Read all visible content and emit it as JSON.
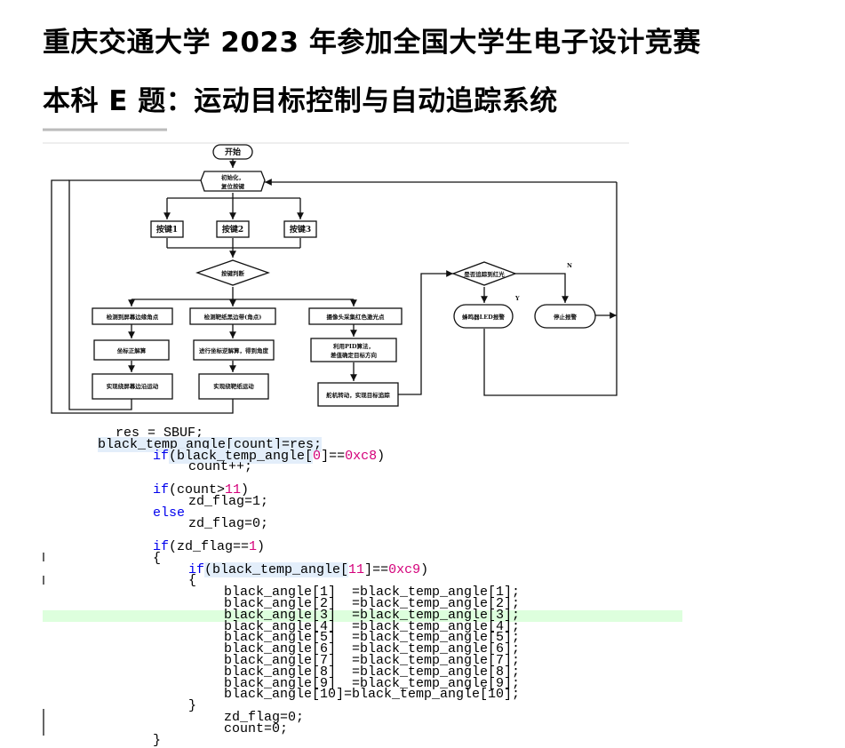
{
  "header": {
    "title_line1": "重庆交通大学 2023 年参加全国大学生电子设计竞赛",
    "title_line2": "本科 E 题：运动目标控制与自动追踪系统"
  },
  "flowchart": {
    "start": "开始",
    "init_line1": "初始化，",
    "init_line2": "复位按键",
    "key1": "按键1",
    "key2": "按键2",
    "key3": "按键3",
    "key_judge": "按键判断",
    "b1a": "检测到屏幕边缘角点",
    "b1b": "坐标正解算",
    "b1c": "实现绕屏幕边沿运动",
    "b2a": "检测靶纸黑边带(角点)",
    "b2b": "进行坐标逆解算，得到角度",
    "b2c": "实现绕靶纸运动",
    "b3a": "摄像头采集红色激光点",
    "b3b_line1": "利用PID算法，",
    "b3b_line2": "差值确定目标方向",
    "b3c": "舵机转动，实现目标追踪",
    "tracked": "是否追踪到红光",
    "yes": "Y",
    "no": "N",
    "alarm": "蜂鸣器LED报警",
    "stop": "停止报警"
  },
  "code": {
    "l1": "res = SBUF;",
    "l2": "black_temp_angle[count]=res;",
    "l3": "count++;",
    "l4": "zd_flag=1;",
    "l5": "zd_flag=0;",
    "l6": "{",
    "l7": "{",
    "l8": "}",
    "l9": "zd_flag=0;",
    "l10": "count=0;",
    "l11": "}",
    "kw_if": "if",
    "kw_else": "else",
    "if1_a": "(black_temp_angle[",
    "if1_n": "0",
    "if1_b": "]==",
    "if1_v": "0xc8",
    "if1_c": ")",
    "if2_a": "(count>",
    "if2_n": "11",
    "if2_c": ")",
    "if3_a": "(zd_flag==",
    "if3_n": "1",
    "if3_c": ")",
    "if4_a": "(black_temp_angle[",
    "if4_n": "11",
    "if4_b": "]==",
    "if4_v": "0xc9",
    "if4_c": ")",
    "a1": "black_angle[1]  =black_temp_angle[1];",
    "a2": "black_angle[2]  =black_temp_angle[2];",
    "a3": "black_angle[3]  =black_temp_angle[3];",
    "a4": "black_angle[4]  =black_temp_angle[4];",
    "a5": "black_angle[5]  =black_temp_angle[5];",
    "a6": "black_angle[6]  =black_temp_angle[6];",
    "a7": "black_angle[7]  =black_temp_angle[7];",
    "a8": "black_angle[8]  =black_temp_angle[8];",
    "a9": "black_angle[9]  =black_temp_angle[9];",
    "a10": "black_angle[10]=black_temp_angle[10];"
  }
}
